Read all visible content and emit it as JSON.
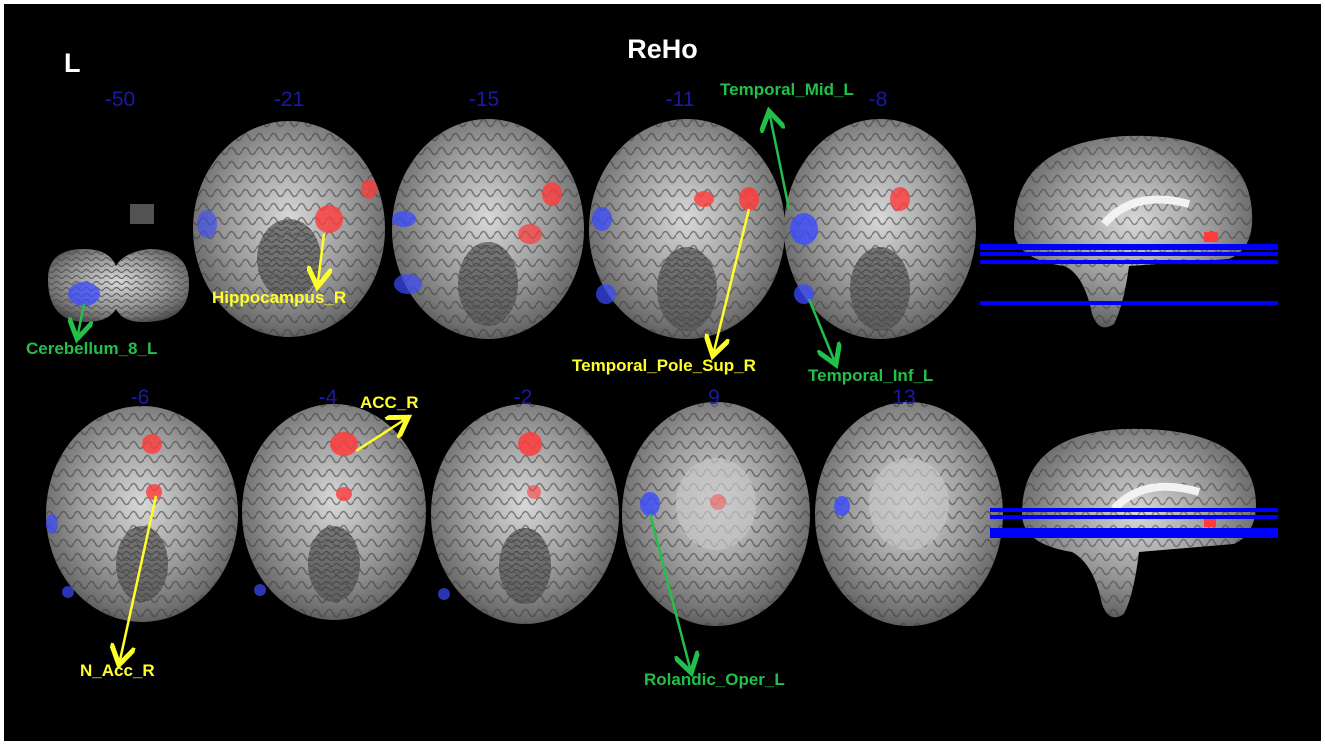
{
  "figure": {
    "title": "ReHo",
    "hemisphere_label": "L",
    "row1_slices": [
      "-50",
      "-21",
      "-15",
      "-11",
      "-8"
    ],
    "row2_slices": [
      "-6",
      "-4",
      "-2",
      "9",
      "13"
    ]
  },
  "colors": {
    "background": "#000000",
    "slice_number": "#1a1aa6",
    "increase_cluster": "#ff3b3b",
    "decrease_cluster": "#3b4bff",
    "label_yellow": "#ffff2a",
    "label_green": "#22c04a",
    "slice_lines": "#0000ff"
  },
  "labels": {
    "cerebellum_8_l": "Cerebellum_8_L",
    "hippocampus_r": "Hippocampus_R",
    "temporal_pole_sup_r": "Temporal_Pole_Sup_R",
    "temporal_mid_l": "Temporal_Mid_L",
    "temporal_inf_l": "Temporal_Inf_L",
    "acc_r": "ACC_R",
    "n_acc_r": "N_Acc_R",
    "rolandic_oper_l": "Rolandic_Oper_L"
  }
}
